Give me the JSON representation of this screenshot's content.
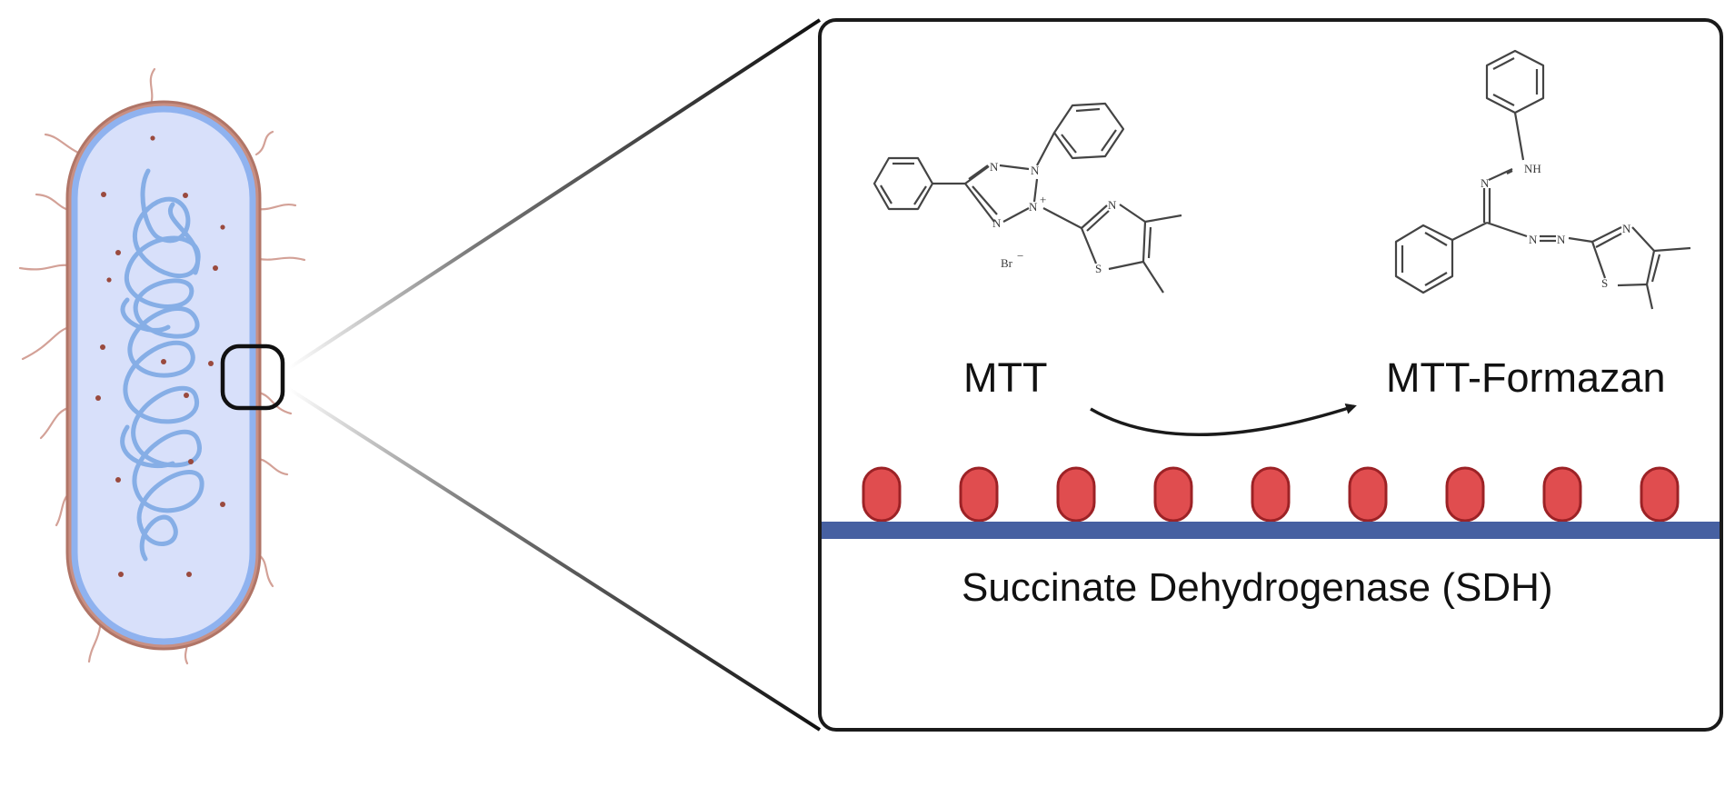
{
  "labels": {
    "reactant": "MTT",
    "product": "MTT-Formazan",
    "enzyme": "Succinate Dehydrogenase (SDH)"
  },
  "atoms": {
    "n": "N",
    "n_plus": "N",
    "plus": "+",
    "s": "S",
    "br": "Br",
    "minus": "−",
    "nh": "NH"
  },
  "colors": {
    "cell_wall": "#b98072",
    "cell_body": "#d6def9",
    "cell_outline": "#8fb2ef",
    "dna": "#86aee6",
    "ribosome": "#9a4a3e",
    "flagella": "#d3a197",
    "enzyme_fill": "#e04d4f",
    "enzyme_stroke": "#9c2226",
    "membrane": "#4660a1",
    "box_stroke": "#1a1a1a"
  }
}
